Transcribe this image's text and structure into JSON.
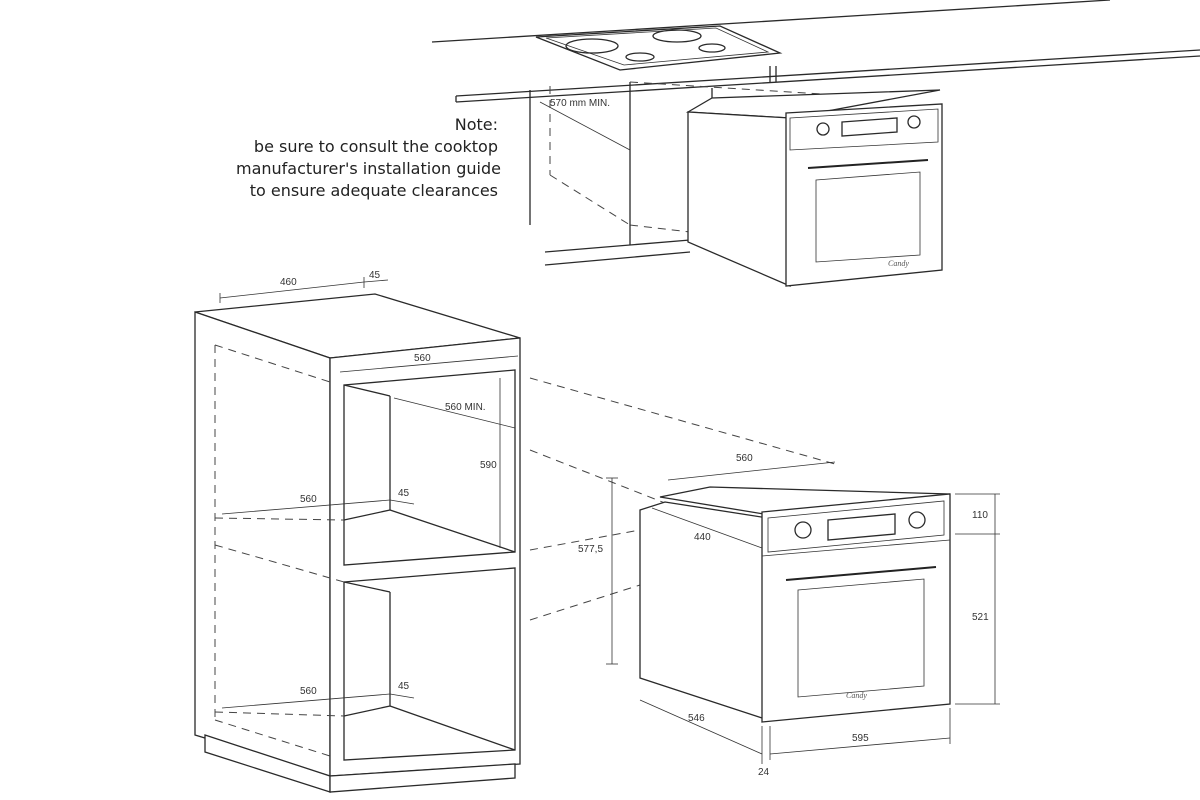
{
  "note": {
    "lines": [
      "Note:",
      "be sure to consult the cooktop",
      "manufacturer's installation guide",
      "to ensure adequate clearances"
    ]
  },
  "top_dimension": {
    "depth_min": "570 mm MIN."
  },
  "cabinet": {
    "top_width": "460",
    "top_notch": "45",
    "inner_width": "560",
    "inner_depth_min": "560 MIN.",
    "opening_height": "590",
    "shelf_upper_width": "560",
    "shelf_upper_gap": "45",
    "shelf_lower_width": "560",
    "shelf_lower_gap": "45",
    "total_opening_height": "577,5"
  },
  "oven": {
    "body_width": "560",
    "body_depth": "440",
    "panel_height": "110",
    "door_height": "521",
    "depth": "546",
    "front_width": "595",
    "front_thickness": "24",
    "brand": "Candy"
  }
}
